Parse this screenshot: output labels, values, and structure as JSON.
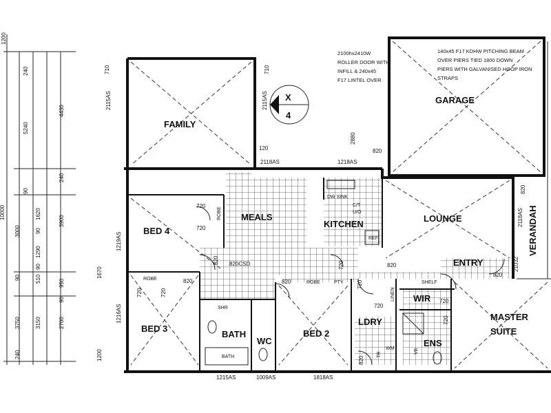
{
  "rooms": {
    "family": "FAMILY",
    "garage": "GARAGE",
    "meals": "MEALS",
    "kitchen": "KITCHEN",
    "lounge": "LOUNGE",
    "bed4": "BED 4",
    "bed3": "BED 3",
    "bed2": "BED 2",
    "bath": "BATH",
    "wc": "WC",
    "ldry": "LDRY",
    "ens": "ENS",
    "wir": "WIR",
    "master": "MASTER",
    "suite": "SUITE",
    "entry": "ENTRY",
    "verandah": "VERANDAH"
  },
  "fixtures": {
    "robe_bed4": "ROBE",
    "robe_bed3": "ROBE",
    "robe_bed2": "ROBE",
    "pty": "PTY",
    "shelf": "SHELF",
    "shr": "SHR",
    "bath_tub": "BATH",
    "dw_sink": "DW SINK",
    "ct_uo": "C/T",
    "uo": "U/O",
    "ref": "REF",
    "linen": "LINEN",
    "vb": "VB",
    "tr": "TR",
    "wm": "WM"
  },
  "section_marker": {
    "letter": "X",
    "number": "4"
  },
  "notes": {
    "roller_line1": "2100hx2410W",
    "roller_line2": "ROLLER DOOR WITH",
    "roller_line3": "INFILL & 240x45",
    "roller_line4": "F17 LINTEL OVER",
    "beam_line1": "140x45 F17 KDHW PITCHING BEAM",
    "beam_line2": "OVER PIERS TIED 1800 DOWN",
    "beam_line3": "PIERS WITH GALVANISED HOOP IRON",
    "beam_line4": "STRAPS"
  },
  "dimensions": {
    "d710a": "710",
    "d710b": "710",
    "d2115a": "2115AS",
    "d2115b": "2115AS",
    "d120": "120",
    "d2118": "2118AS",
    "d1218": "1218AS",
    "d2880": "2880",
    "d820a": "820",
    "d820b": "820",
    "d720a": "720",
    "d720b": "720",
    "d820csd": "820CSD",
    "d1219": "1219AS",
    "d1670": "1670",
    "d720c": "720",
    "d720d": "720",
    "d820c": "820",
    "d820d": "820",
    "d820e": "820",
    "d820f": "820",
    "d720e": "720",
    "d720f": "720",
    "d720g": "720",
    "d720h": "720",
    "d720i": "720",
    "d820g": "820",
    "d820h": "820",
    "d2118b": "2118AS",
    "d2103": "21032",
    "d1216": "1216AS",
    "d1200": "1200",
    "d1215": "1215AS",
    "d1009": "1009AS",
    "d1818": "1818AS",
    "left_1200": "1200",
    "left_240a": "240",
    "left_5240": "5240",
    "left_4430": "4430",
    "left_240b": "240",
    "left_90a": "90",
    "left_1620": "1620",
    "left_90b": "90",
    "left_3000": "3000",
    "left_3900": "3900",
    "left_1290": "1290",
    "left_90c": "90",
    "left_510": "510",
    "left_90d": "90",
    "left_950": "950",
    "left_90e": "90",
    "left_3750": "3750",
    "left_3150": "3150",
    "left_2700": "2700",
    "left_240c": "240",
    "left_10000": "10000"
  }
}
